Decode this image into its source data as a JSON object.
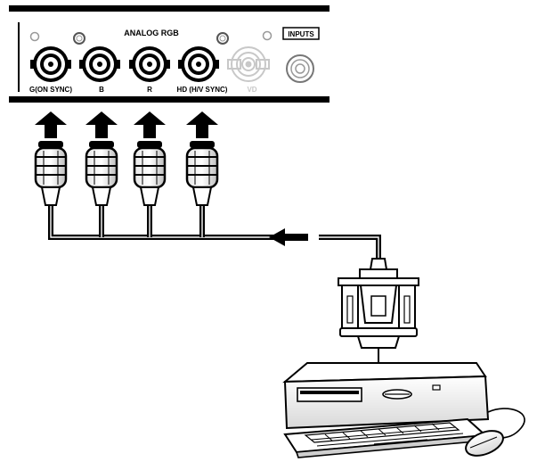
{
  "panel": {
    "group_label": "ANALOG RGB",
    "inputs_label": "INPUTS",
    "connectors": [
      {
        "label": "G(ON SYNC)"
      },
      {
        "label": "B"
      },
      {
        "label": "R"
      },
      {
        "label": "HD (H/V SYNC)"
      },
      {
        "label": "VD"
      }
    ]
  },
  "colors": {
    "line": "#000000",
    "inactive_connector": "#c8c8c8",
    "background": "#ffffff"
  }
}
